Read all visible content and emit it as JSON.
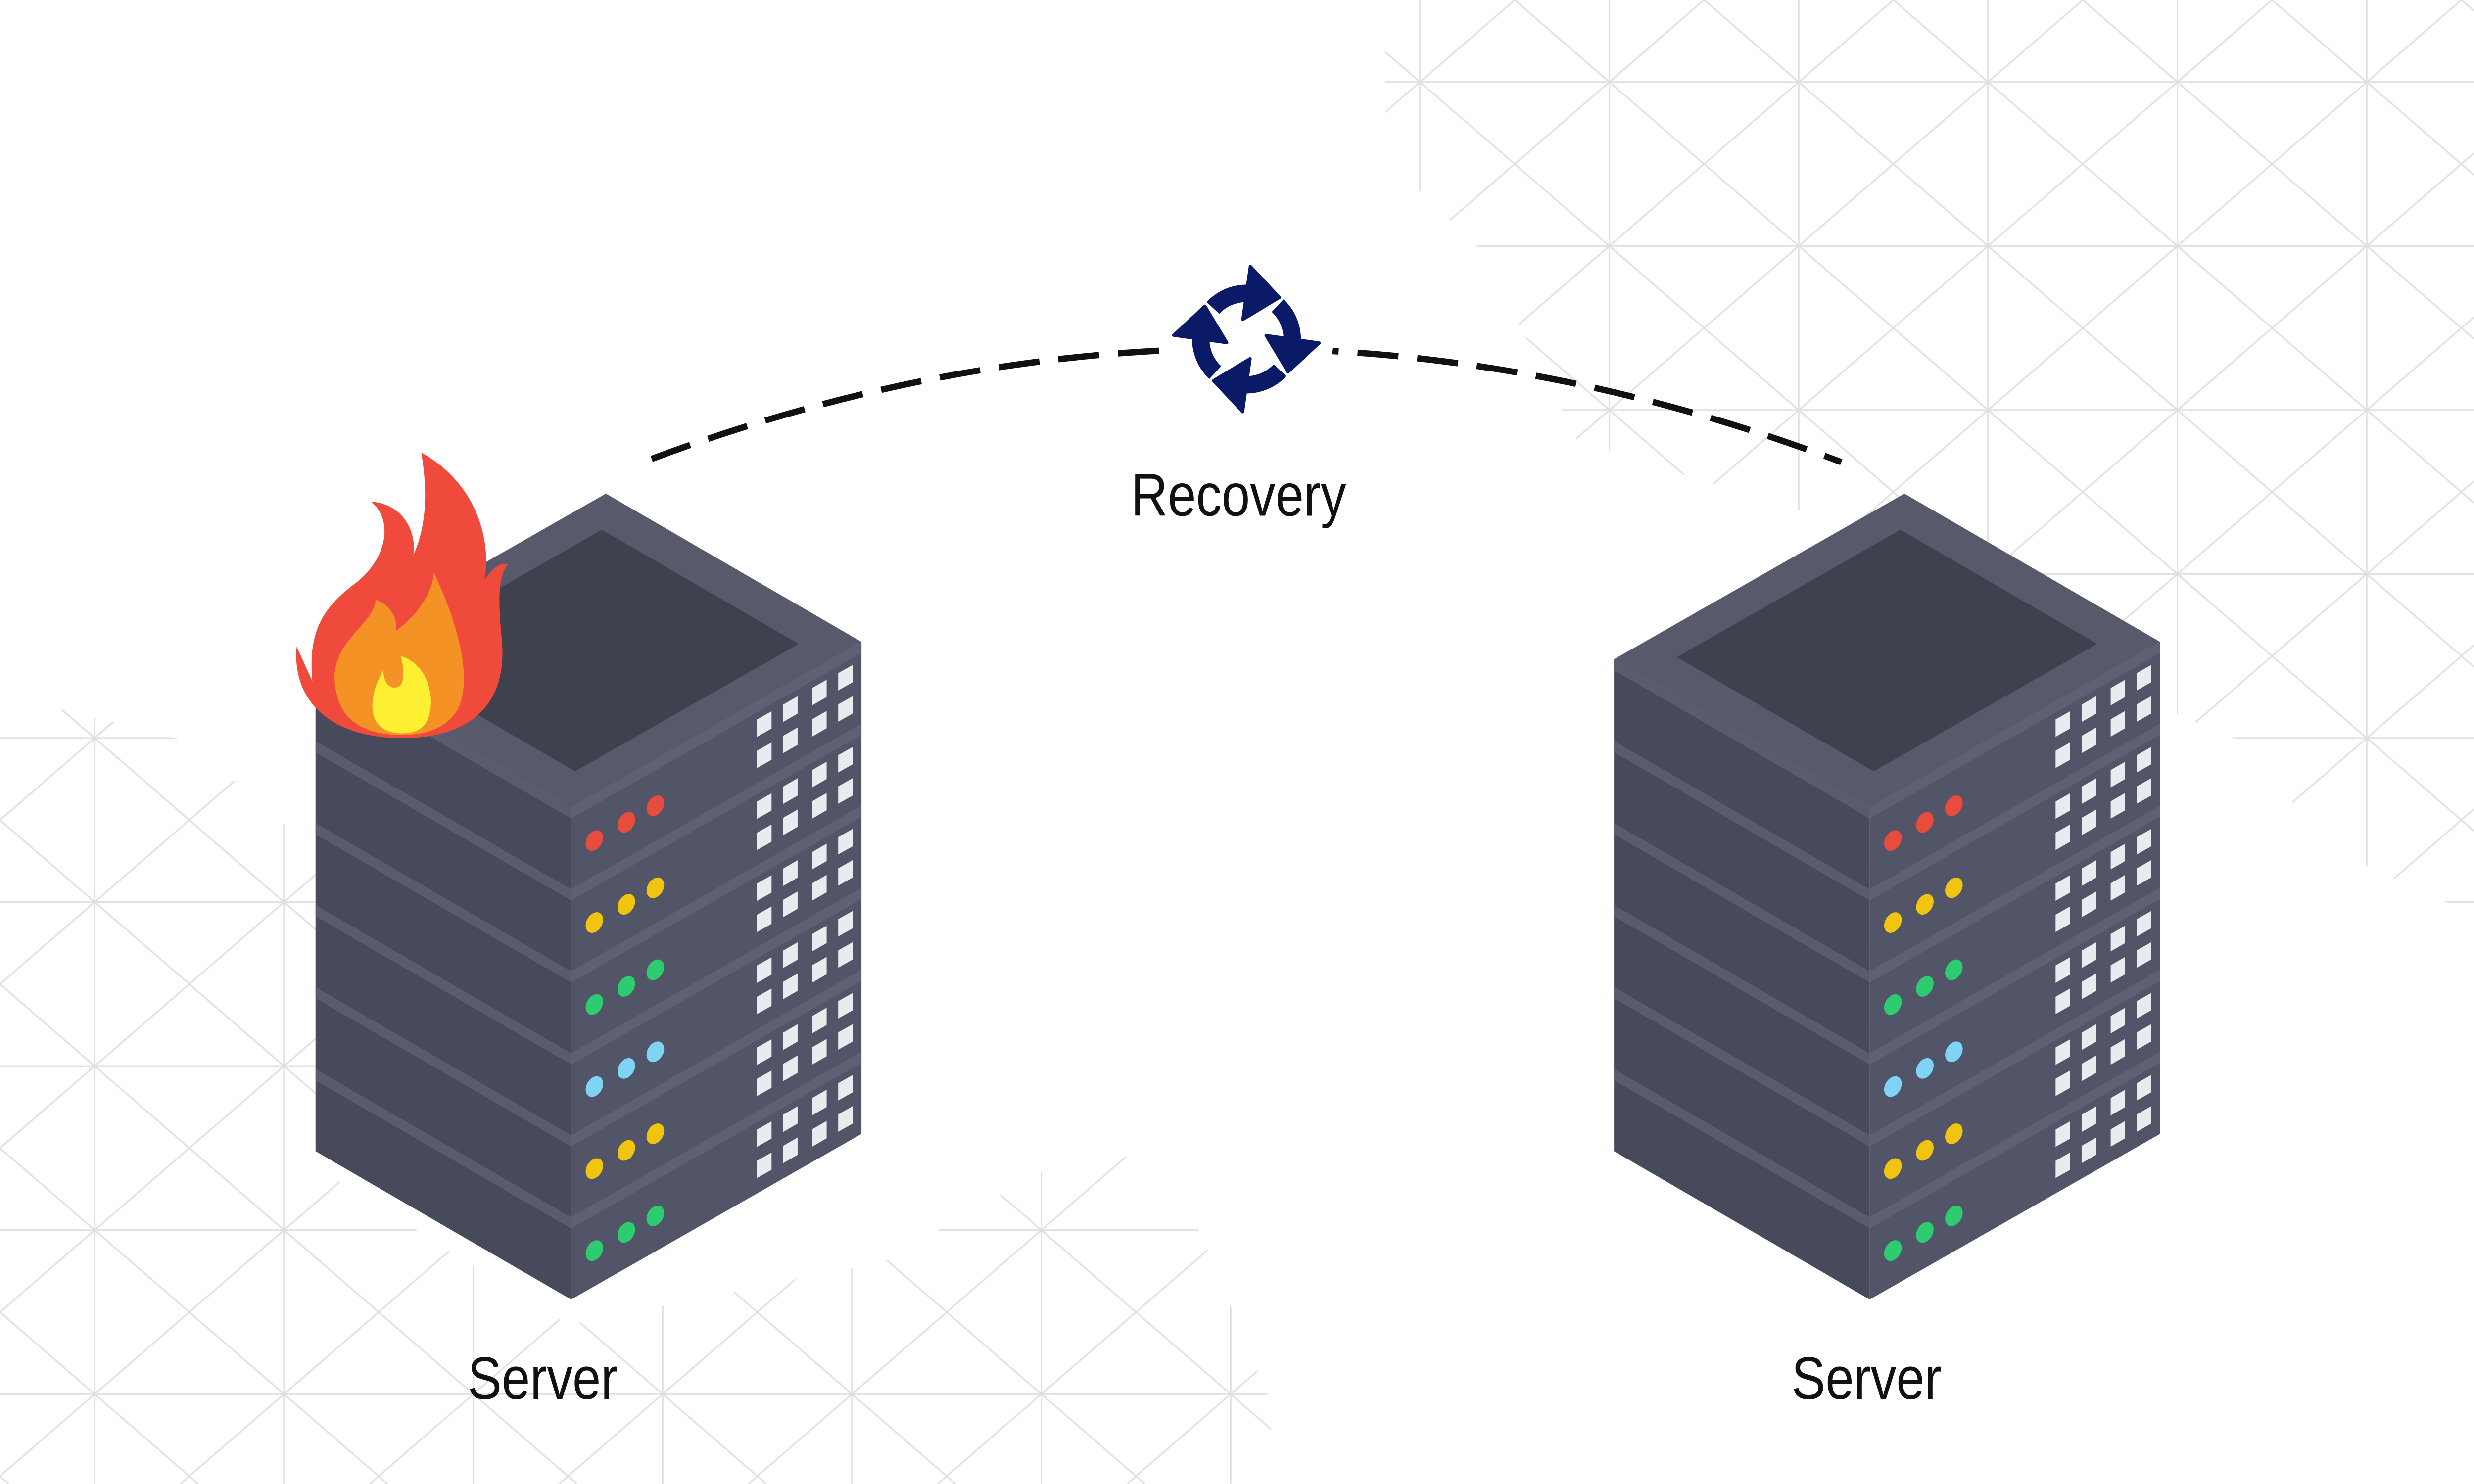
{
  "diagram": {
    "recovery": {
      "label": "Recovery",
      "icon": "recovery-cycle-arrows-icon",
      "icon_color": "#0b1a66",
      "connector": "dashed-arc"
    },
    "servers": [
      {
        "label": "Server",
        "status_icon": "fire-icon",
        "light_colors": [
          "#e74c3c",
          "#f1c40f",
          "#2ecc71",
          "#7fd3f5",
          "#f1c40f",
          "#2ecc71"
        ]
      },
      {
        "label": "Server",
        "light_colors": [
          "#e74c3c",
          "#f1c40f",
          "#2ecc71",
          "#7fd3f5",
          "#f1c40f",
          "#2ecc71"
        ]
      }
    ],
    "colors": {
      "server_top": "#585a6c",
      "server_top_inner": "#3f414e",
      "server_left": "#474a5a",
      "server_right": "#525467",
      "vent": "#e8ecee",
      "fire_outer": "#ef4a3c",
      "fire_mid": "#f59226",
      "fire_inner": "#fdf033",
      "background_pattern": "#dddddd"
    }
  }
}
